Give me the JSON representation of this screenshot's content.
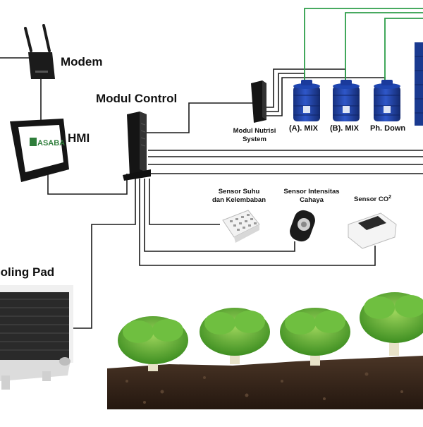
{
  "labels": {
    "modem": "Modem",
    "hmi": "HMI",
    "modul_control": "Modul Control",
    "cooling_pad": "Cooling Pad",
    "modul_nutrisi": "Modul Nutrisi",
    "modul_nutrisi_2": "System",
    "tank_a": "(A). MIX",
    "tank_b": "(B). MIX",
    "tank_ph": "Ph. Down",
    "sensor_suhu": "Sensor Suhu",
    "sensor_suhu_2": "dan Kelembaban",
    "sensor_intensitas": "Sensor Intensitas",
    "sensor_intensitas_2": "Cahaya",
    "sensor_co2": "Sensor CO",
    "sensor_co2_sup": "2"
  },
  "hmi_screen": {
    "brand": "ASABA"
  },
  "colors": {
    "wire": "#1a1a1a",
    "pipe": "#2e9e4a",
    "tank": "#1f3fa0",
    "soil": "#3b2a1e",
    "lettuce": "#5fb33a",
    "device": "#1b1b1b"
  }
}
